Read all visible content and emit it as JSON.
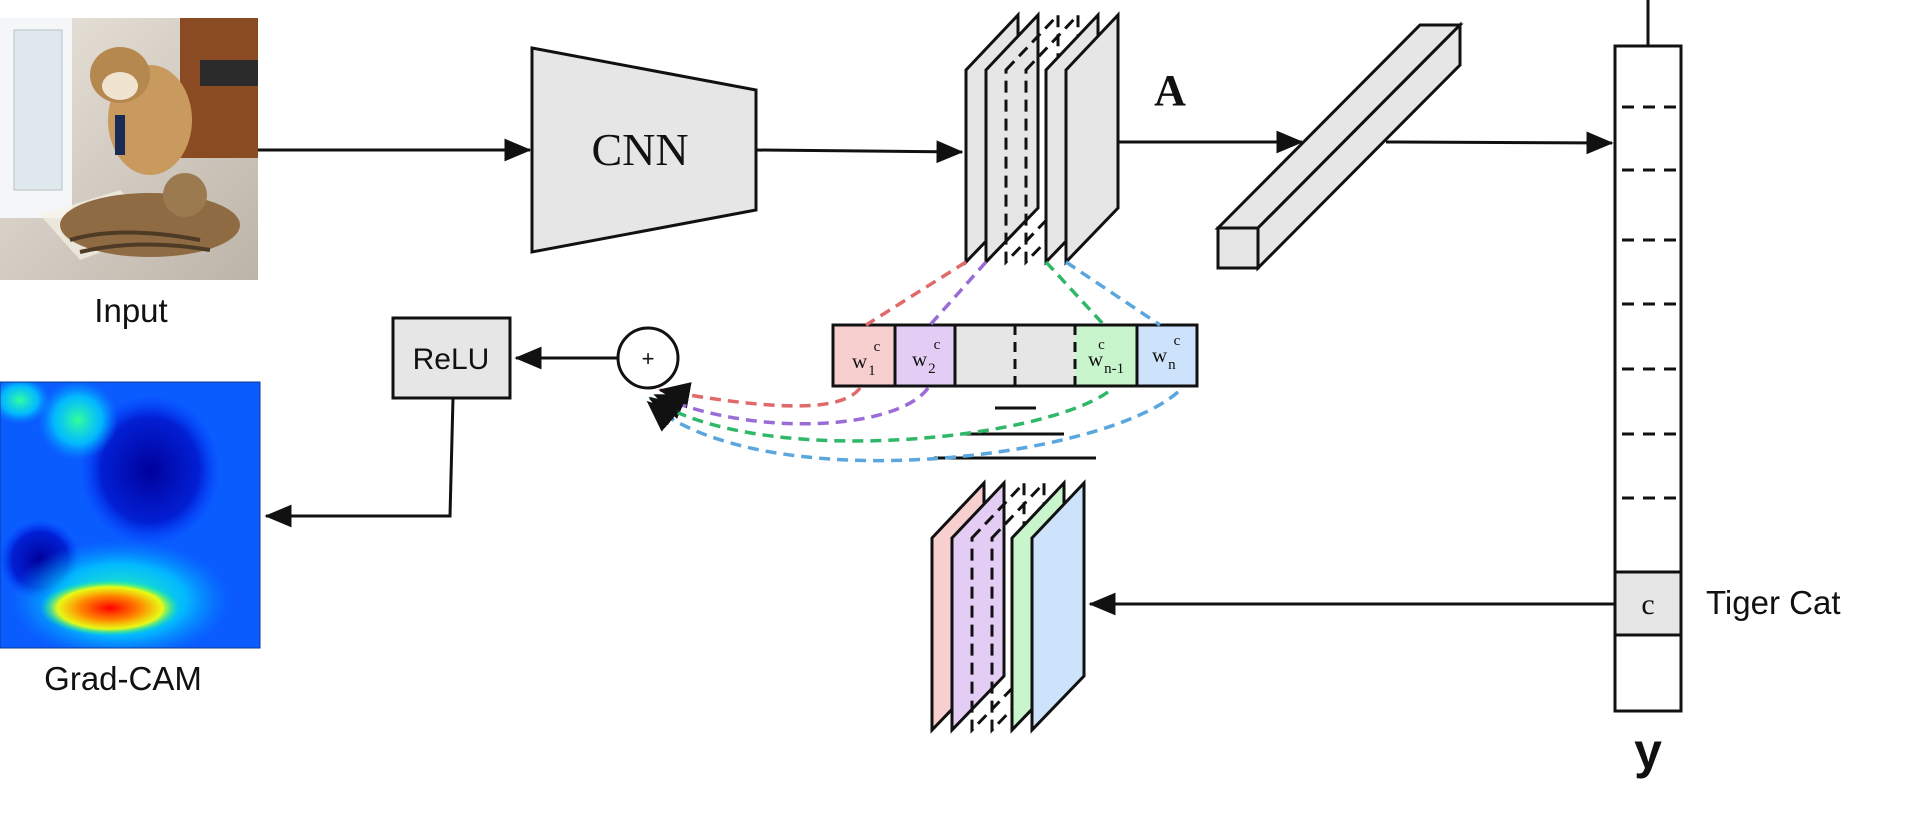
{
  "labels": {
    "input": "Input",
    "cnn": "CNN",
    "activations": "A",
    "relu": "ReLU",
    "plus": "+",
    "gradcam": "Grad-CAM",
    "class_cell": "c",
    "class_name": "Tiger Cat",
    "output": "y"
  },
  "weights": [
    {
      "base": "w",
      "sub": "1",
      "sup": "c",
      "color": "#f8cfcf",
      "line": "#e06a6a"
    },
    {
      "base": "w",
      "sub": "2",
      "sup": "c",
      "color": "#e3cdf5",
      "line": "#9a6cd6"
    },
    {
      "base": "w",
      "sub": "n-1",
      "sup": "c",
      "color": "#c9f5cc",
      "line": "#2eb868"
    },
    {
      "base": "w",
      "sub": "n",
      "sup": "c",
      "color": "#cde3fb",
      "line": "#5aa6dd"
    }
  ],
  "colors": {
    "box_fill": "#e6e6e6",
    "stroke": "#111111"
  }
}
